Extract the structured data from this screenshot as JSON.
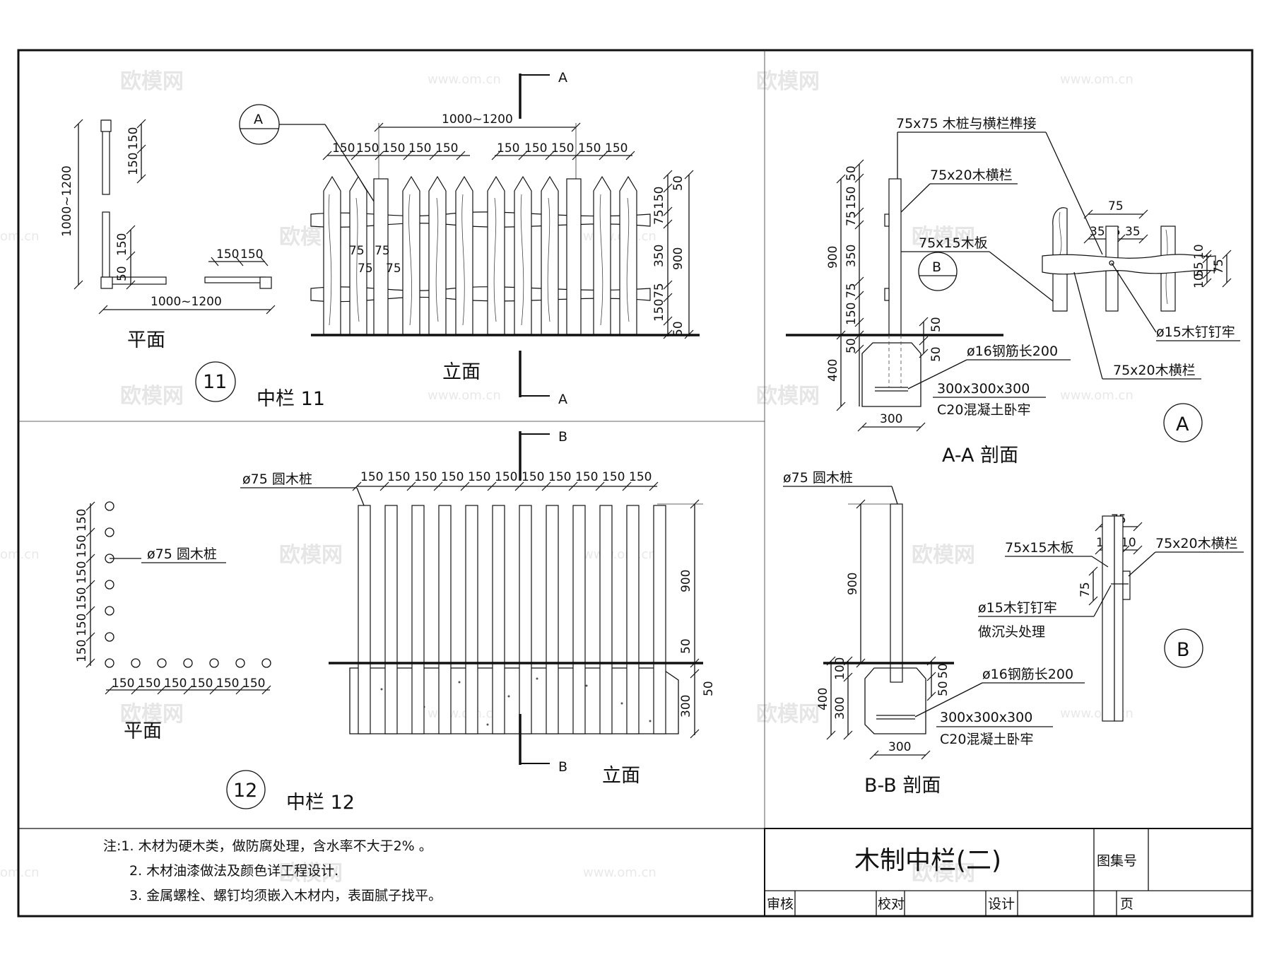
{
  "watermark": {
    "brand": "欧模网",
    "url": "www.om.cn",
    "corner": "om.cn"
  },
  "section_marks": {
    "a": "A",
    "b": "B"
  },
  "fence11": {
    "plan_title": "平面",
    "elev_title": "立面",
    "detail_no": "11",
    "detail_name": "中栏 11",
    "callout": "A",
    "dims": {
      "span": "1000~1200",
      "d150": "150",
      "d75": "75",
      "d50": "50",
      "d350": "350",
      "d900": "900"
    }
  },
  "fence12": {
    "plan_title": "平面",
    "elev_title": "立面",
    "detail_no": "12",
    "detail_name": "中栏 12",
    "post_label": "ø75 圆木桩",
    "dims": {
      "d150": "150",
      "d900": "900",
      "d50": "50",
      "d300": "300"
    }
  },
  "section_aa": {
    "title": "A-A 剖面",
    "labels": {
      "post_joint": "75x75 木桩与横栏榫接",
      "rail": "75x20木横栏",
      "board": "75x15木板",
      "rebar": "ø16钢筋长200",
      "block": "300x300x300",
      "concrete": "C20混凝土卧牢"
    },
    "dims": {
      "d50": "50",
      "d150": "150",
      "d75": "75",
      "d350": "350",
      "d900": "900",
      "d400": "400",
      "d300": "300"
    },
    "callout": "B"
  },
  "detail_a": {
    "callout": "A",
    "labels": {
      "nail": "ø15木钉钉牢",
      "rail": "75x20木横栏"
    },
    "dims": {
      "d75": "75",
      "d35": "35",
      "d5": "5",
      "d10": "10",
      "d55": "55"
    }
  },
  "section_bb": {
    "title": "B-B 剖面",
    "labels": {
      "post": "ø75 圆木桩",
      "rebar": "ø16钢筋长200",
      "block": "300x300x300",
      "concrete": "C20混凝土卧牢"
    },
    "dims": {
      "d900": "900",
      "d100": "100",
      "d400": "400",
      "d300": "300",
      "d50": "50"
    }
  },
  "detail_b": {
    "callout": "B",
    "labels": {
      "board": "75x15木板",
      "rail": "75x20木横栏",
      "nail": "ø15木钉钉牢",
      "countersink": "做沉头处理"
    },
    "dims": {
      "d75": "75",
      "d15": "15",
      "d10": "10"
    }
  },
  "notes": {
    "line1": "注:1.  木材为硬木类，做防腐处理，含水率不大于2%   。",
    "line2": "2. 木材油漆做法及颜色详工程设计.",
    "line3": "3. 金属螺栓、螺钉均须嵌入木材内，表面腻子找平。"
  },
  "title_block": {
    "title": "木制中栏(二)",
    "atlas": "图集号",
    "review": "审核",
    "check": "校对",
    "design": "设计",
    "page": "页"
  }
}
